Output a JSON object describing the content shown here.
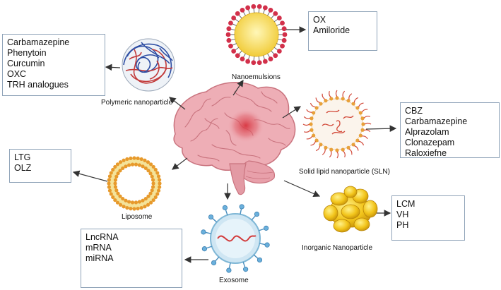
{
  "nanoparticles": [
    {
      "id": "polymeric",
      "label": "Polymeric nanoparticle",
      "drugs": [
        "Carbamazepine",
        "Phenytoin",
        "Curcumin",
        "OXC",
        "TRH analogues"
      ]
    },
    {
      "id": "nanoemulsion",
      "label": "Nanoemulsions",
      "drugs": [
        "OX",
        "Amiloride"
      ]
    },
    {
      "id": "sln",
      "label": "Solid lipid nanoparticle (SLN)",
      "drugs": [
        "CBZ",
        "Carbamazepine",
        "Alprazolam",
        "Clonazepam",
        "Raloxiefne"
      ]
    },
    {
      "id": "liposome",
      "label": "Liposome",
      "drugs": [
        "LTG",
        "OLZ"
      ]
    },
    {
      "id": "inorganic",
      "label": "Inorganic Nanoparticle",
      "drugs": [
        "LCM",
        "VH",
        "PH"
      ]
    },
    {
      "id": "exosome",
      "label": "Exosome",
      "drugs": [
        "LncRNA",
        "mRNA",
        "miRNA"
      ]
    }
  ],
  "colors": {
    "box_border": "#8fa3b8",
    "brain": "#eeaeb6",
    "brain_dark": "#c9737e",
    "lesion": "#d8343f",
    "arrow": "#333333"
  }
}
